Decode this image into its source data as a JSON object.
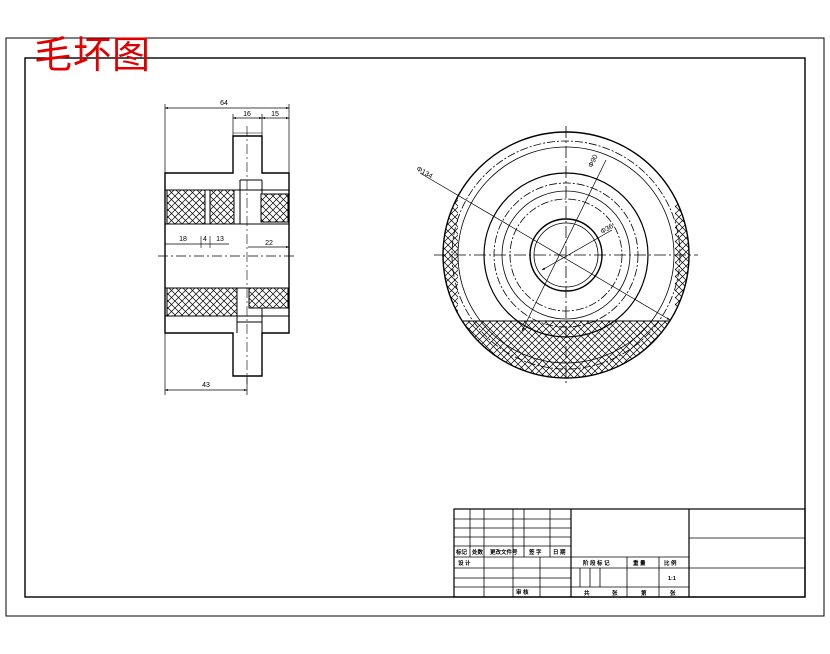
{
  "drawing": {
    "title": "毛坏图",
    "colors": {
      "line": "#000000",
      "title": "#e00000",
      "hatch": "#000000"
    }
  },
  "section_view": {
    "dimensions": {
      "overall_width": "64",
      "flange_width": "16",
      "hub_right": "15",
      "seg_a": "18",
      "seg_b": "4",
      "seg_c": "13",
      "bore_right": "22",
      "bottom_length": "43"
    }
  },
  "end_view": {
    "dimensions": {
      "outer_diameter": "Φ134",
      "mid_diameter": "Φ90",
      "bore_diameter": "Φ36"
    }
  },
  "title_block": {
    "revision_headers": [
      "标记",
      "处数",
      "更改文件号",
      "签 字",
      "日 期"
    ],
    "design_label": "设 计",
    "review_label": "审 核",
    "stage_mark_label": "阶 段 标 记",
    "weight_label": "重 量",
    "scale_label": "比 例",
    "scale_value": "1:1",
    "sheets_total_label": "共",
    "sheets_total_unit": "张",
    "sheet_no_label": "第",
    "sheet_no_unit": "张"
  }
}
